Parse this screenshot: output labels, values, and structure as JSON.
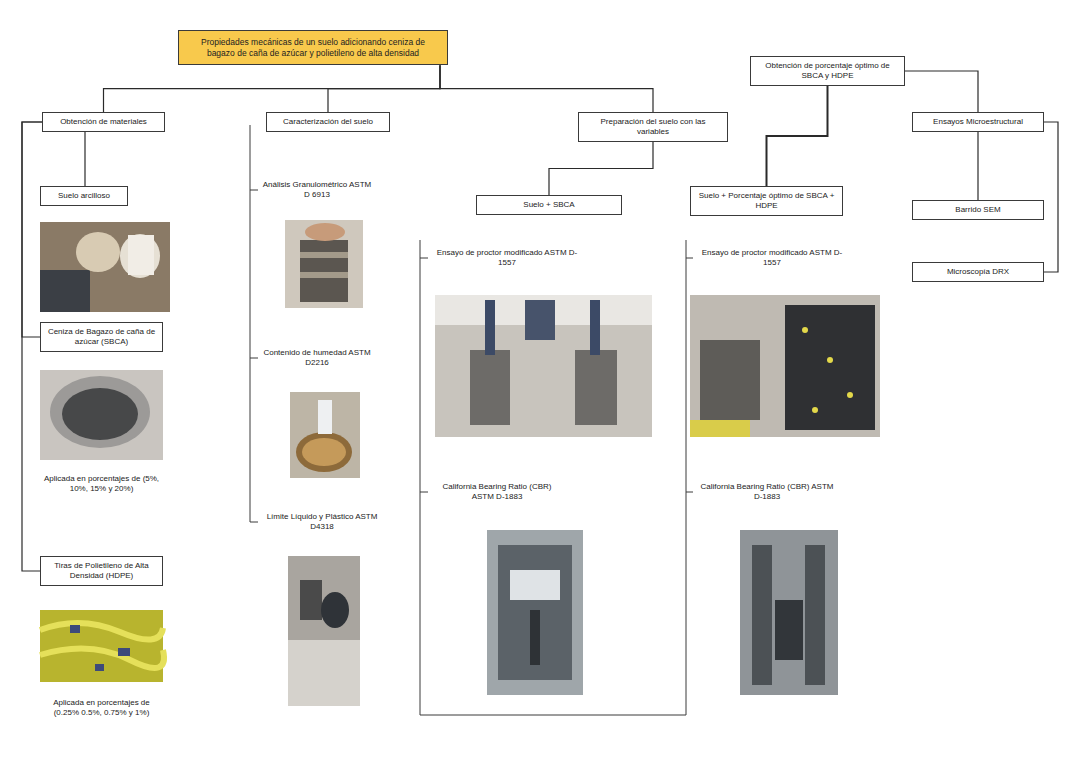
{
  "diagram": {
    "nodes": [
      {
        "text": [
          "Propiedades mecánicas de un suelo adicionando ceniza de bagazo de caña de azúcar y polietileno de alta densidad"
        ]
      },
      {
        "text": [
          "Obtención de materiales"
        ]
      },
      {
        "text": [
          "Caracterización del suelo"
        ]
      },
      {
        "text": [
          "Preparación del suelo con las variables"
        ]
      },
      {
        "text": [
          "Obtención de porcentaje óptimo de SBCA y HDPE"
        ]
      },
      {
        "text": [
          "Ensayos Microestructural"
        ]
      },
      {
        "text": [
          "Suelo arcilloso"
        ]
      },
      {
        "text": [
          "Ceniza de Bagazo de caña de azúcar (SBCA)"
        ]
      },
      {
        "text": [
          "Tiras de Polietileno de Alta Densidad (HDPE)"
        ]
      },
      {
        "text": [
          "Suelo + SBCA"
        ]
      },
      {
        "text": [
          "Suelo + Porcentaje óptimo de SBCA + HDPE"
        ]
      },
      {
        "text": [
          "Barrido SEM"
        ]
      },
      {
        "text": [
          "Microscopía DRX"
        ]
      }
    ],
    "edges": [
      {
        "from": 0,
        "to": 1,
        "arrow": "none"
      },
      {
        "from": 0,
        "to": 2,
        "arrow": "none"
      },
      {
        "from": 0,
        "to": 3,
        "arrow": "none"
      },
      {
        "from": 1,
        "to": 6,
        "arrow": "none"
      },
      {
        "from": 1,
        "to": 7,
        "arrow": "none"
      },
      {
        "from": 1,
        "to": 8,
        "arrow": "none"
      },
      {
        "from": 3,
        "to": 9,
        "arrow": "none"
      },
      {
        "from": 4,
        "to": 5,
        "arrow": "none"
      },
      {
        "from": 4,
        "to": 10,
        "arrow": "none"
      },
      {
        "from": 5,
        "to": 11,
        "arrow": "none"
      },
      {
        "from": 5,
        "to": 12,
        "arrow": "none"
      }
    ],
    "labels": [
      "Análisis Granulométrico ASTM D 6913",
      "Contenido de humedad ASTM D2216",
      "Límite Líquido y Plástico ASTM D4318",
      "Aplicada en porcentajes de (5%, 10%, 15% y 20%)",
      "Aplicada en porcentajes de (0.25% 0.5%, 0.75% y 1%)",
      "Ensayo de proctor modificado ASTM D-1557",
      "California Bearing Ratio (CBR) ASTM D-1883",
      "Ensayo de proctor modificado ASTM D-1557",
      "California Bearing Ratio (CBR) ASTM D-1883"
    ]
  }
}
